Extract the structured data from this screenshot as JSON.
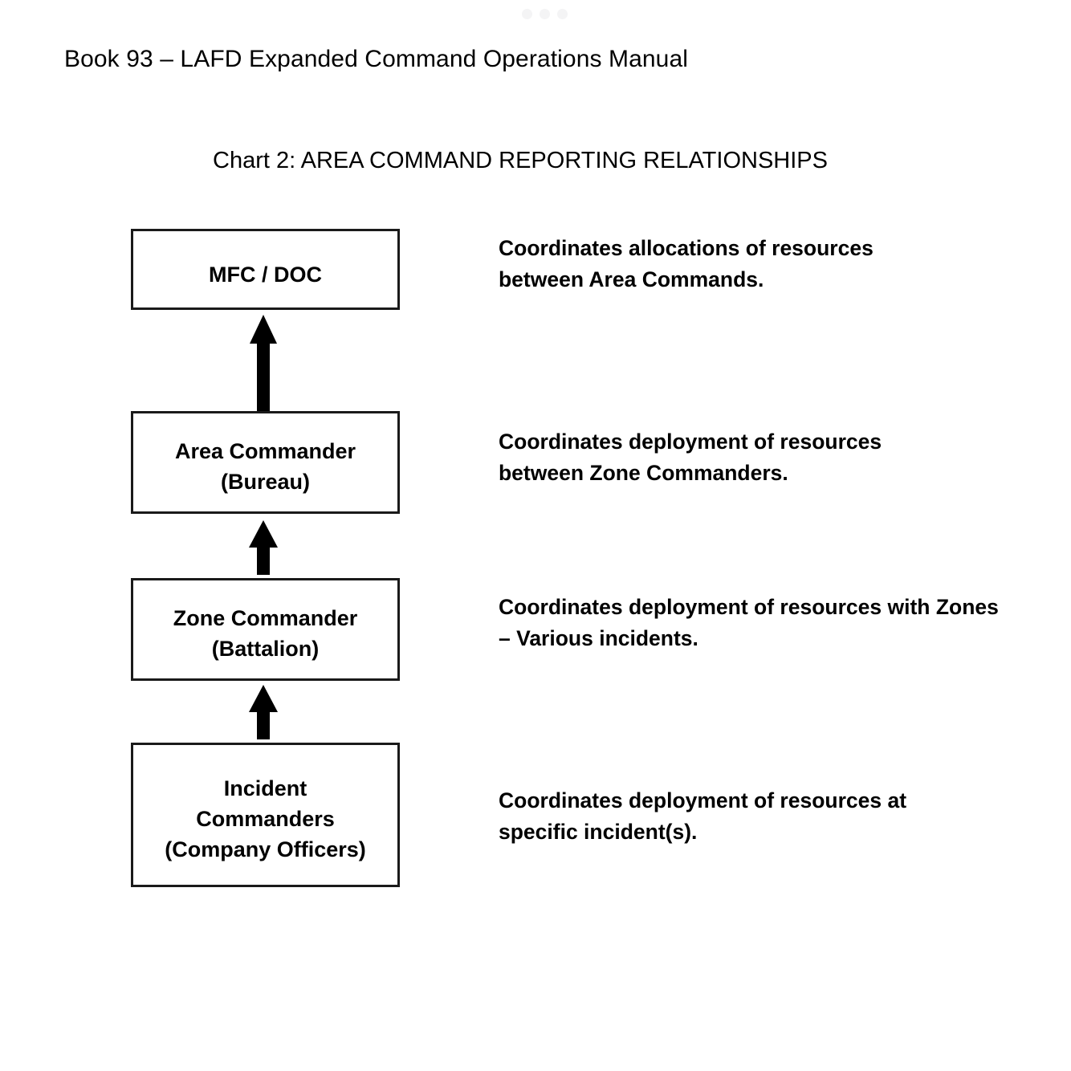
{
  "window": {
    "dots_icon": "three-dots-indicator"
  },
  "header": {
    "title": "Book 93 – LAFD Expanded Command Operations Manual"
  },
  "chart_title": "Chart 2:  AREA COMMAND REPORTING RELATIONSHIPS",
  "chart_data": {
    "type": "diagram",
    "title": "Chart 2:  AREA COMMAND REPORTING RELATIONSHIPS",
    "layout": "vertical hierarchy, bottom-up reporting arrows, annotations at right",
    "nodes": [
      {
        "id": "mfc-doc",
        "lines": [
          "MFC / DOC"
        ],
        "description": "Coordinates allocations of resources between Area Commands.",
        "description_lines": [
          "Coordinates allocations of resources",
          "between Area Commands."
        ]
      },
      {
        "id": "area-commander",
        "lines": [
          "Area Commander",
          "(Bureau)"
        ],
        "description": "Coordinates deployment of resources between Zone Commanders.",
        "description_lines": [
          "Coordinates deployment of resources",
          "between Zone Commanders."
        ]
      },
      {
        "id": "zone-commander",
        "lines": [
          "Zone Commander",
          "(Battalion)"
        ],
        "description": "Coordinates deployment of resources with Zones – Various incidents.",
        "description_lines": [
          "Coordinates deployment of resources with",
          "Zones – Various incidents."
        ]
      },
      {
        "id": "incident-commanders",
        "lines": [
          "Incident",
          "Commanders",
          "(Company Officers)"
        ],
        "description": "Coordinates deployment of resources at specific incident(s).",
        "description_lines": [
          "Coordinates deployment of resources at",
          "specific incident(s)."
        ]
      }
    ],
    "edges": [
      {
        "from": "area-commander",
        "to": "mfc-doc",
        "style": "solid arrow up",
        "icon": "arrow-up-icon"
      },
      {
        "from": "zone-commander",
        "to": "area-commander",
        "style": "solid arrow up",
        "icon": "arrow-up-icon"
      },
      {
        "from": "incident-commanders",
        "to": "zone-commander",
        "style": "solid arrow up",
        "icon": "arrow-up-icon"
      }
    ],
    "colors": {
      "background": "#ffffff",
      "box_border": "#1a1a1a",
      "text": "#000000",
      "dots": "#f4f4f5"
    }
  }
}
